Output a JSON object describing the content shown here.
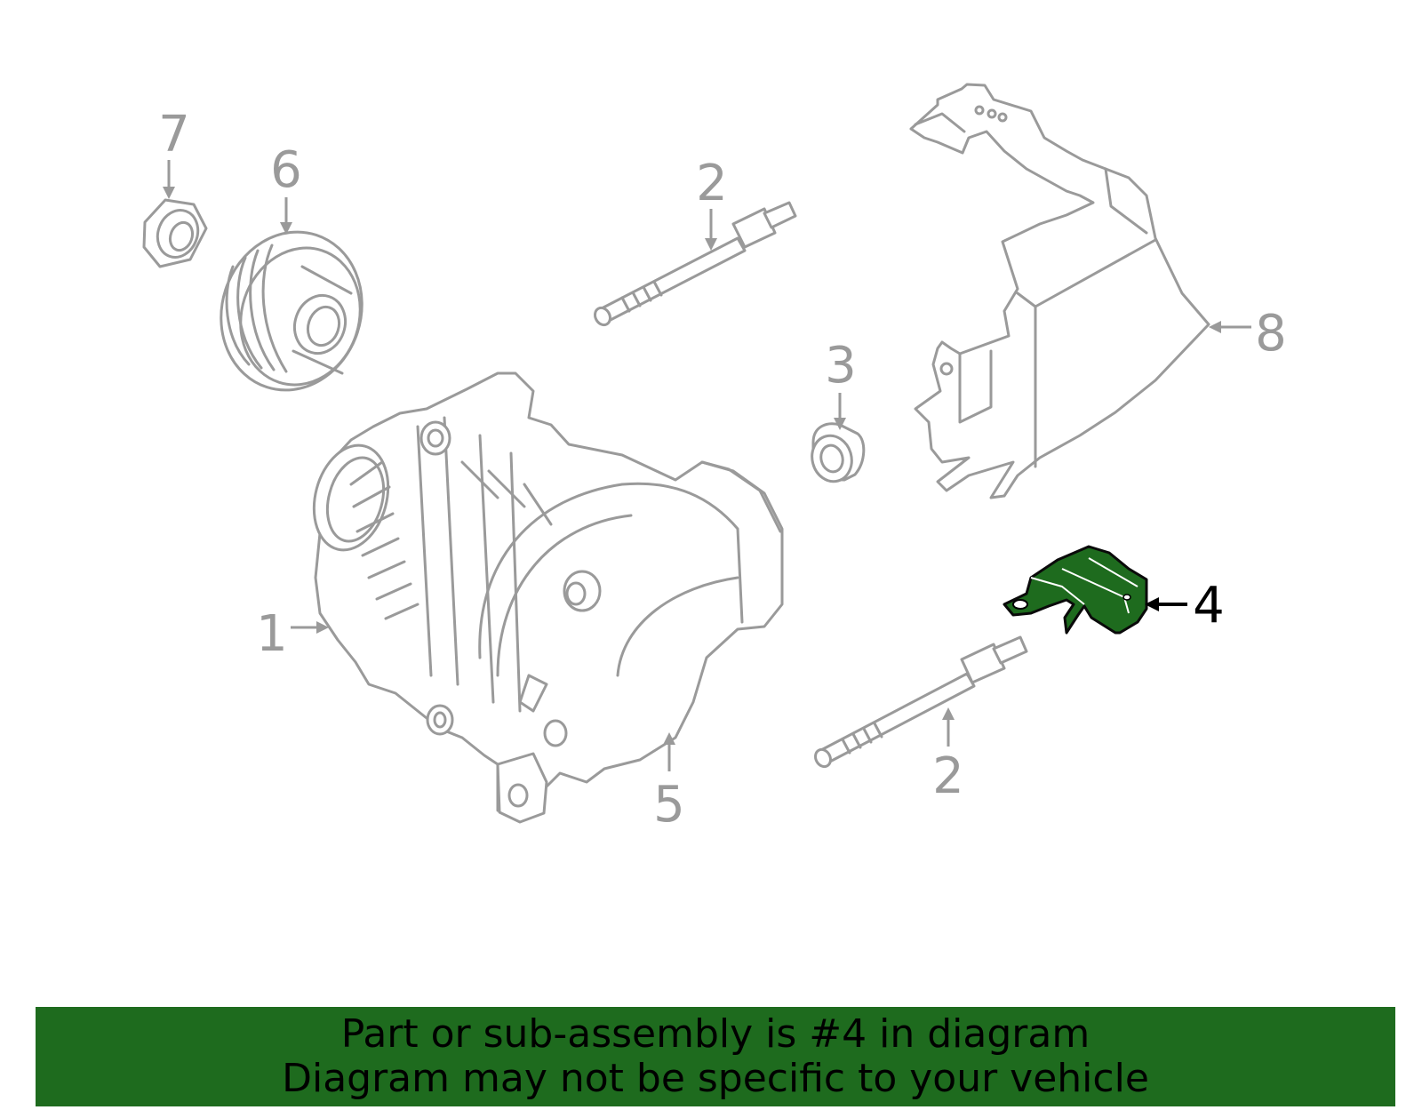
{
  "callouts": {
    "alternator": "1",
    "bolt_upper": "2",
    "bolt_lower": "2",
    "spacer": "3",
    "bracket": "4",
    "rear_cover": "5",
    "pulley": "6",
    "nut": "7",
    "heat_shield": "8"
  },
  "banner": {
    "line1": "Part or sub-assembly is #4 in diagram",
    "line2": "Diagram may not be specific to your vehicle"
  },
  "colors": {
    "highlight": "#1e6b1e",
    "line_art": "#9a9a9a",
    "highlight_callout": "#000000"
  }
}
